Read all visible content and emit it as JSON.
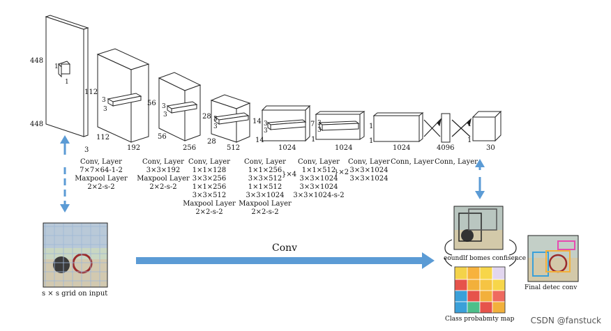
{
  "input": {
    "size_h": "448",
    "size_w": "448",
    "channels": "3",
    "kernel_a": "1",
    "kernel_b": "1"
  },
  "blocks": [
    {
      "size": "112",
      "size2": "112",
      "depth": "192",
      "k1": "3",
      "k2": "3"
    },
    {
      "size": "56",
      "size2": "56",
      "depth": "256",
      "k1": "3",
      "k2": "3"
    },
    {
      "size": "28",
      "size2": "28",
      "depth": "512",
      "k1": "3",
      "k2": "3"
    },
    {
      "size": "14",
      "size2": "14",
      "depth": "1024",
      "k1": "3",
      "k2": "3"
    },
    {
      "size": "7",
      "size2": "1",
      "depth": "1024",
      "k1": "3",
      "k2": "3"
    },
    {
      "size": "1",
      "size2": "1",
      "depth": "1024"
    },
    {
      "depth": "4096"
    },
    {
      "size": "1",
      "size2": "1",
      "depth": "30"
    }
  ],
  "captions": [
    [
      "Conv, Layer",
      "7×7×64-1-2",
      "Maxpool Layer",
      "2×2-s-2"
    ],
    [
      "Conv, Layer",
      "3×3×192",
      "Maxpool Layer",
      "2×2-s-2"
    ],
    [
      "Conv, Layer",
      "1×1×128",
      "3×3×256",
      "1×1×256",
      "3×3×512",
      "Maxpool Layer",
      "2×2-s-2"
    ],
    [
      "Conv, Layer",
      "1×1×256",
      "3×3×512",
      "1×1×512",
      "3×3×1024",
      "Maxpool Layer",
      "2×2-s-2"
    ],
    [
      "Conv, Layer",
      "1×1×512",
      "3×3×1024",
      "3×3×1024",
      "3×3×1024-s-2"
    ],
    [
      "Conv, Layer",
      "3×3×1024",
      "3×3×1024"
    ],
    [
      "Conn, Layer"
    ],
    [
      "Conn, Layer"
    ]
  ],
  "repeat_a": "}×4",
  "repeat_b": "}×2",
  "bottom": {
    "conv_label": "Conv",
    "grid_caption": "s × s grid on input",
    "bbox_caption": "eoundlf bomes confisence",
    "class_caption": "Class probabmty map",
    "final_caption": "Final detec conv"
  },
  "watermark": "CSDN @fanstuck",
  "colors": {
    "arrow": "#5b9bd5",
    "stroke": "#222222"
  }
}
